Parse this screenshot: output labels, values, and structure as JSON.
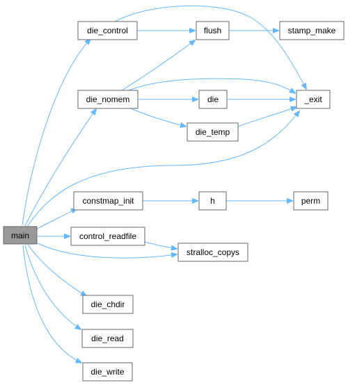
{
  "graph": {
    "colors": {
      "edge": "#63b8ff",
      "node_border": "#666666",
      "node_fill": "#ffffff",
      "root_fill": "#999999",
      "text": "#000000"
    },
    "nodes": {
      "main": "main",
      "die_control": "die_control",
      "flush": "flush",
      "stamp_make": "stamp_make",
      "die_nomem": "die_nomem",
      "die": "die",
      "exit": "_exit",
      "die_temp": "die_temp",
      "constmap_init": "constmap_init",
      "h": "h",
      "perm": "perm",
      "control_readfile": "control_readfile",
      "stralloc_copys": "stralloc_copys",
      "die_chdir": "die_chdir",
      "die_read": "die_read",
      "die_write": "die_write"
    }
  }
}
